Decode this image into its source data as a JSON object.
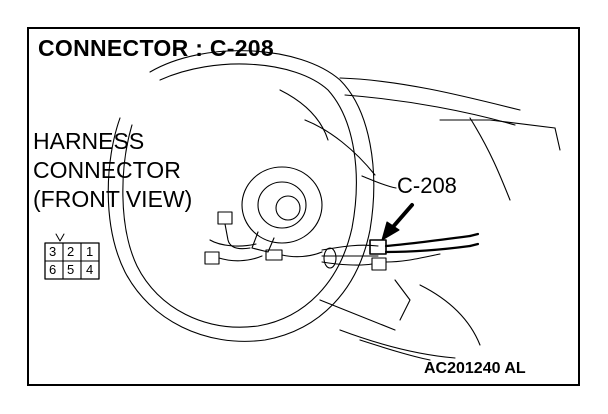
{
  "title": "CONNECTOR : C-208",
  "harness_label": {
    "line1": "HARNESS",
    "line2": "CONNECTOR",
    "line3": "(FRONT VIEW)"
  },
  "callout_label": "C-208",
  "figure_id": "AC201240 AL",
  "pinout": {
    "top_row": [
      "3",
      "2",
      "1"
    ],
    "bottom_row": [
      "6",
      "5",
      "4"
    ]
  },
  "colors": {
    "line": "#000000",
    "background": "#ffffff"
  }
}
